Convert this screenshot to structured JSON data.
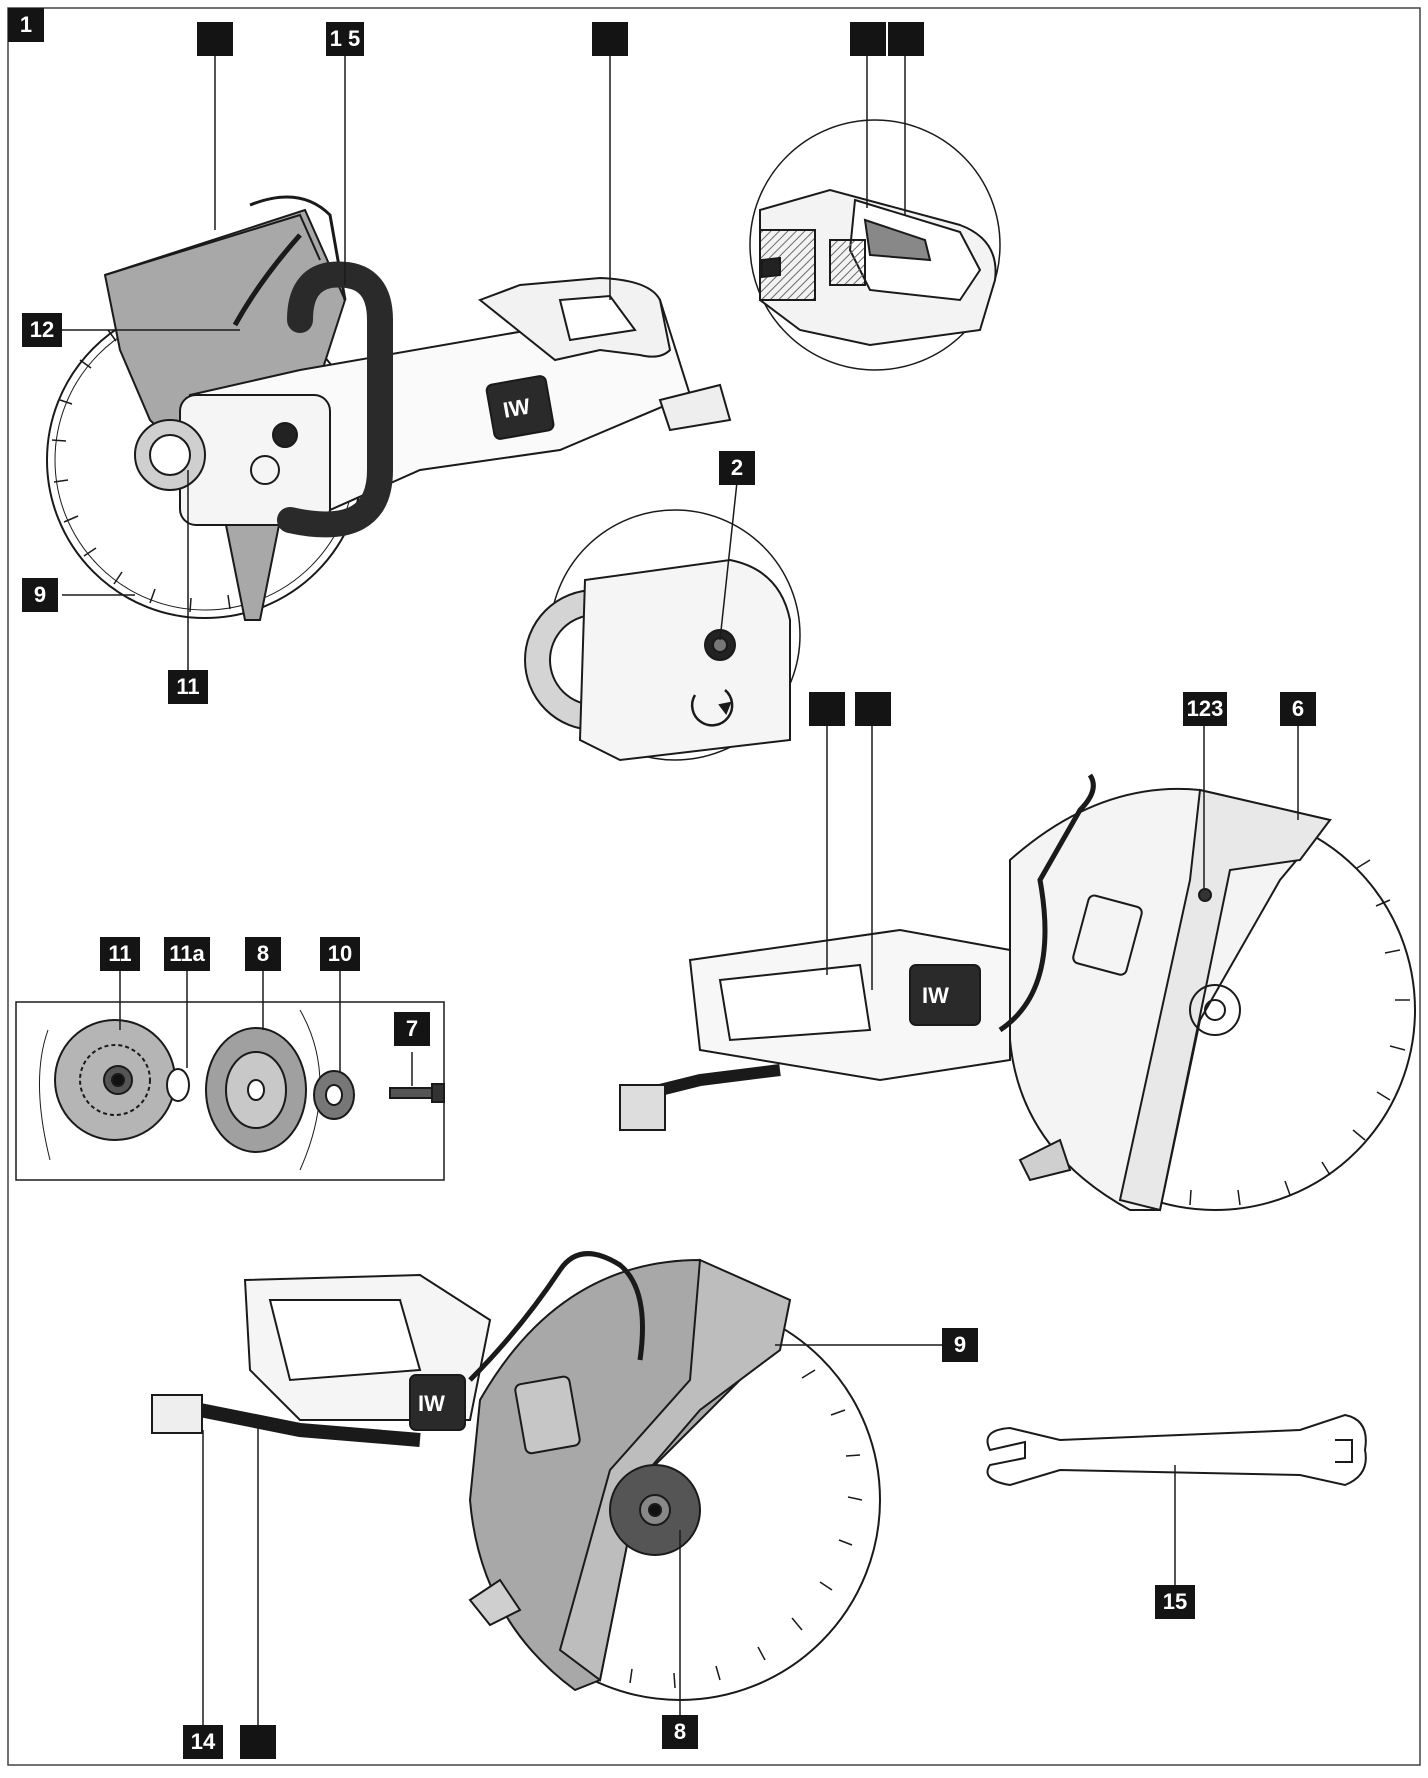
{
  "figure": {
    "number": "1",
    "callouts": [
      {
        "id": "top-left-1",
        "text": ""
      },
      {
        "id": "top-1-5",
        "text": "1 5"
      },
      {
        "id": "top-mid",
        "text": ""
      },
      {
        "id": "top-right-a",
        "text": ""
      },
      {
        "id": "top-right-b",
        "text": ""
      },
      {
        "id": "c12",
        "text": "12"
      },
      {
        "id": "c9-left",
        "text": "9"
      },
      {
        "id": "c11-left",
        "text": "11"
      },
      {
        "id": "c2",
        "text": "2"
      },
      {
        "id": "mid-a",
        "text": ""
      },
      {
        "id": "mid-b",
        "text": ""
      },
      {
        "id": "c123",
        "text": "123"
      },
      {
        "id": "c6",
        "text": "6"
      },
      {
        "id": "c11-parts",
        "text": "11"
      },
      {
        "id": "c11a",
        "text": "11a"
      },
      {
        "id": "c8-parts",
        "text": "8"
      },
      {
        "id": "c10",
        "text": "10"
      },
      {
        "id": "c7",
        "text": "7"
      },
      {
        "id": "c9-right",
        "text": "9"
      },
      {
        "id": "c15",
        "text": "15"
      },
      {
        "id": "c14",
        "text": "14"
      },
      {
        "id": "bottom-blank",
        "text": ""
      },
      {
        "id": "c8-bottom",
        "text": "8"
      }
    ]
  },
  "colors": {
    "ink": "#141414",
    "line": "#1a1a1a",
    "guard": "#a8a8a8",
    "guard_dark": "#7d7d7d",
    "hose": "#2a2a2a",
    "blade": "#ffffff",
    "flange": "#8f8f8f"
  },
  "icons": [
    "cut-off-saw-front-view",
    "trigger-detail-magnifier",
    "spindle-lock-detail-magnifier",
    "cut-off-saw-side-view",
    "blade-assembly-parts",
    "cut-off-saw-rear-view",
    "open-end-wrench"
  ]
}
